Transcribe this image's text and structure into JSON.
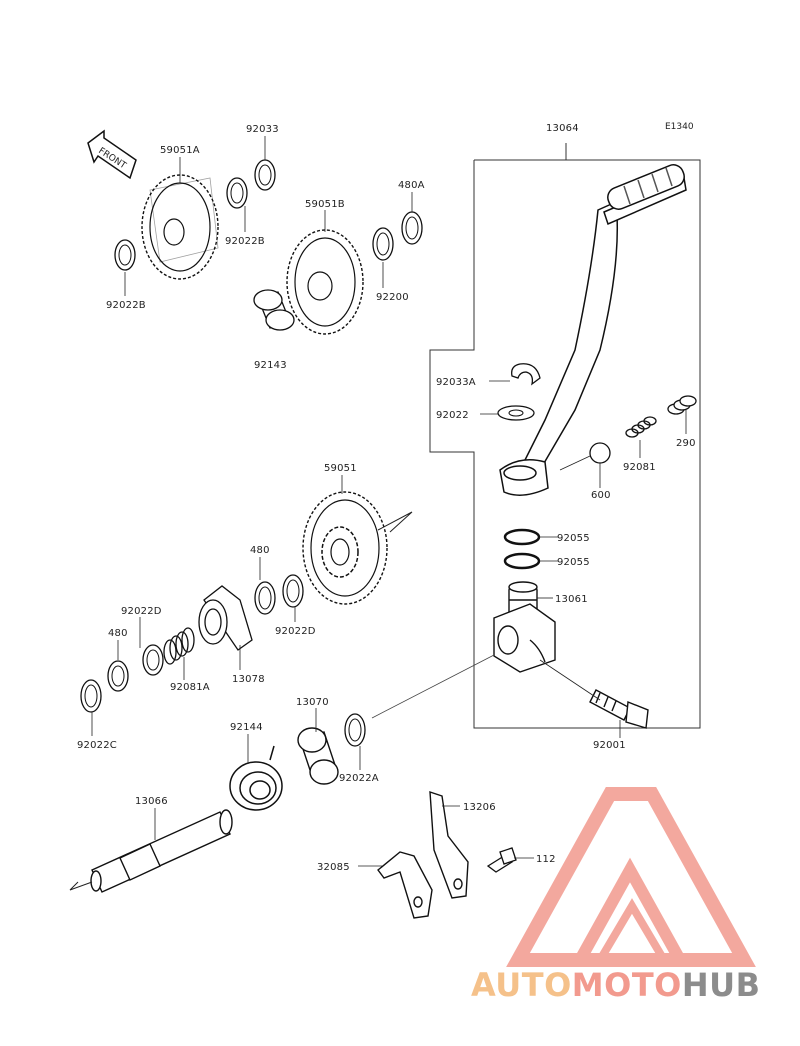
{
  "diagram_code": "E1340",
  "front_arrow_label": "FRONT",
  "labels": {
    "p13064": "13064",
    "p59051a": "59051A",
    "p92033": "92033",
    "p92022b_top": "92022B",
    "p92022b_left": "92022B",
    "p59051b": "59051B",
    "p480a": "480A",
    "p92200": "92200",
    "p92143": "92143",
    "p92033a": "92033A",
    "p92022": "92022",
    "p92081": "92081",
    "p290": "290",
    "p600": "600",
    "p59051": "59051",
    "p92055_1": "92055",
    "p92055_2": "92055",
    "p480_mid": "480",
    "p92022d_mid": "92022D",
    "p92022d_left": "92022D",
    "p480_left": "480",
    "p92081a": "92081A",
    "p13078": "13078",
    "p13061": "13061",
    "p92022c": "92022C",
    "p13070": "13070",
    "p92144": "92144",
    "p92022a": "92022A",
    "p92001": "92001",
    "p13066": "13066",
    "p13206": "13206",
    "p32085": "32085",
    "p112": "112"
  },
  "watermark": {
    "part1": "AUTO",
    "part2": "MOTO",
    "part3": "HUB",
    "color_orange": "#f5c18a",
    "color_red": "#f29a8e",
    "color_gray": "#8c8c8c"
  }
}
